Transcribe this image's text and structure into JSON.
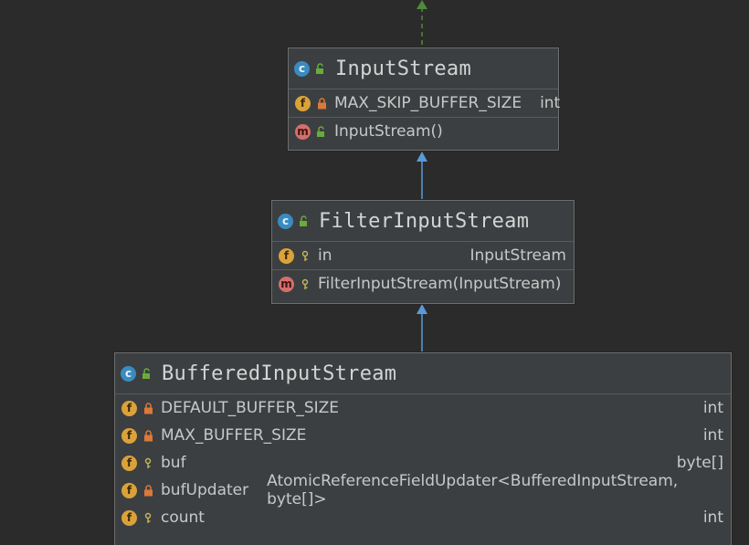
{
  "colors": {
    "inherit_arrow": "#5b9ad9",
    "interface_arrow": "#4e8c3a",
    "box_bg": "#3c3f41",
    "border": "#6e6e6e"
  },
  "classes": [
    {
      "name": "InputStream",
      "kind_icon": "class-icon",
      "fields": [
        {
          "kind": "f",
          "access": "private",
          "static": true,
          "name": "MAX_SKIP_BUFFER_SIZE",
          "type": "int"
        }
      ],
      "methods": [
        {
          "kind": "m",
          "access": "public",
          "name": "InputStream()"
        }
      ]
    },
    {
      "name": "FilterInputStream",
      "kind_icon": "class-icon",
      "fields": [
        {
          "kind": "f",
          "access": "protected",
          "name": "in",
          "type": "InputStream"
        }
      ],
      "methods": [
        {
          "kind": "m",
          "access": "protected",
          "name": "FilterInputStream(InputStream)"
        }
      ]
    },
    {
      "name": "BufferedInputStream",
      "kind_icon": "class-icon",
      "fields": [
        {
          "kind": "f",
          "access": "private",
          "static": true,
          "name": "DEFAULT_BUFFER_SIZE",
          "type": "int"
        },
        {
          "kind": "f",
          "access": "private",
          "static": true,
          "name": "MAX_BUFFER_SIZE",
          "type": "int"
        },
        {
          "kind": "f",
          "access": "protected",
          "name": "buf",
          "type": "byte[]"
        },
        {
          "kind": "f",
          "access": "private",
          "static": true,
          "name": "bufUpdater",
          "type": "AtomicReferenceFieldUpdater<BufferedInputStream, byte[]>"
        },
        {
          "kind": "f",
          "access": "protected",
          "name": "count",
          "type": "int"
        }
      ]
    }
  ]
}
